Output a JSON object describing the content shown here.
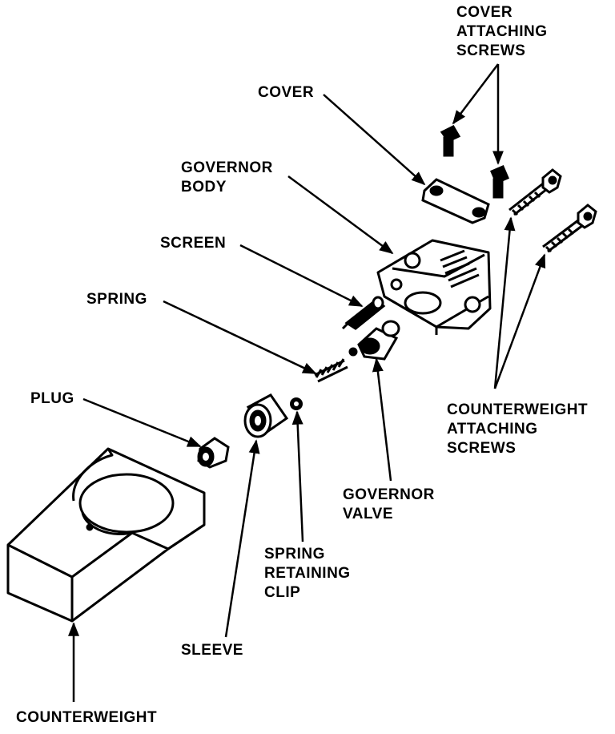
{
  "labels": {
    "cover_attaching_screws": [
      "COVER",
      "ATTACHING",
      "SCREWS"
    ],
    "cover": "COVER",
    "governor_body": [
      "GOVERNOR",
      "BODY"
    ],
    "screen": "SCREEN",
    "spring": "SPRING",
    "plug": "PLUG",
    "counterweight_attaching_screws": [
      "COUNTERWEIGHT",
      "ATTACHING",
      "SCREWS"
    ],
    "governor_valve": [
      "GOVERNOR",
      "VALVE"
    ],
    "spring_retaining_clip": [
      "SPRING",
      "RETAINING",
      "CLIP"
    ],
    "sleeve": "SLEEVE",
    "counterweight": "COUNTERWEIGHT"
  }
}
